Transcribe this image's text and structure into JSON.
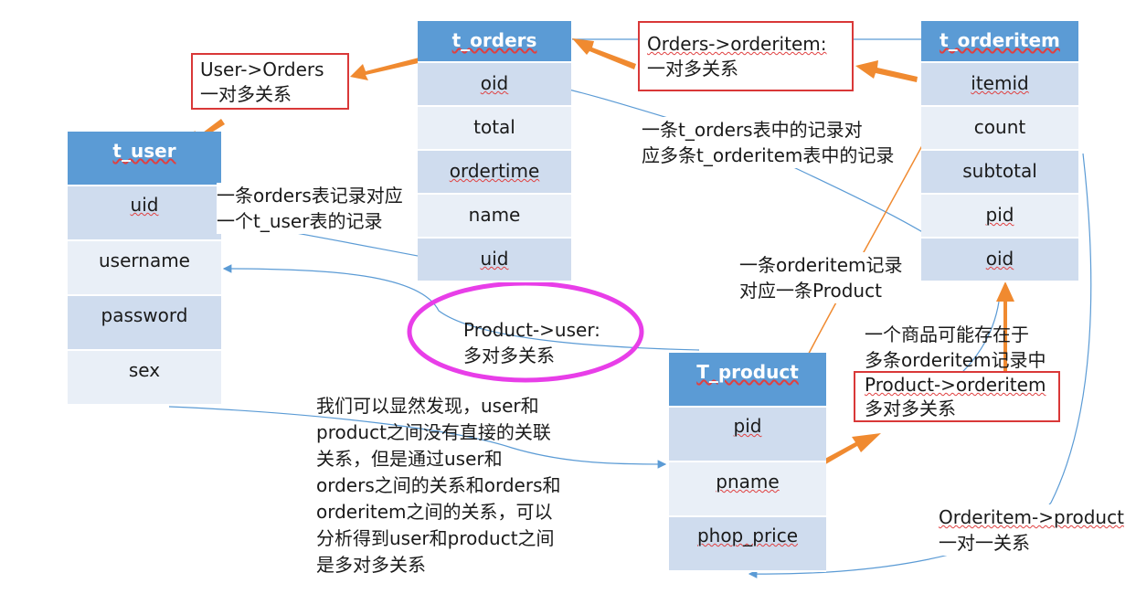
{
  "tables": {
    "orders": {
      "name": "t_orders",
      "fields": [
        "oid",
        "total",
        "ordertime",
        "name",
        "uid"
      ]
    },
    "user": {
      "name": "t_user",
      "fields": [
        "uid",
        "username",
        "password",
        "sex"
      ]
    },
    "orderitem": {
      "name": "t_orderitem",
      "fields": [
        "itemid",
        "count",
        "subtotal",
        "pid",
        "oid"
      ]
    },
    "product": {
      "name": "T_product",
      "fields": [
        "pid",
        "pname",
        "phop_price"
      ]
    }
  },
  "boxes": {
    "user_orders": [
      "User->Orders",
      "一对多关系"
    ],
    "orders_orderitem": [
      "Orders->orderitem:",
      "一对多关系"
    ],
    "product_orderitem": [
      "Product->orderitem",
      "多对多关系"
    ],
    "product_user": [
      "Product->user:",
      "多对多关系"
    ]
  },
  "notes": {
    "orders_user": [
      "一条orders表记录对应",
      "一个t_user表的记录"
    ],
    "orders_orderitem": [
      "一条t_orders表中的记录对",
      "应多条t_orderitem表中的记录"
    ],
    "orderitem_product": [
      "一条orderitem记录",
      "对应一条Product"
    ],
    "product_many": [
      "一个商品可能存在于",
      "多条orderitem记录中"
    ],
    "analysis": [
      "我们可以显然发现，user和",
      "product之间没有直接的关联",
      "关系，但是通过user和",
      "orders之间的关系和orders和",
      "orderitem之间的关系，可以",
      "分析得到user和product之间",
      "是多对多关系"
    ],
    "orderitem_product_rel": [
      "Orderitem->product",
      "一对一关系"
    ]
  },
  "colors": {
    "header": "#5b9bd5",
    "row_dark": "#cfdcee",
    "row_light": "#e9eff7",
    "box_border": "#d93838",
    "ellipse": "#e83ee8",
    "arrow": "#f08a30",
    "line": "#5b9bd5"
  }
}
